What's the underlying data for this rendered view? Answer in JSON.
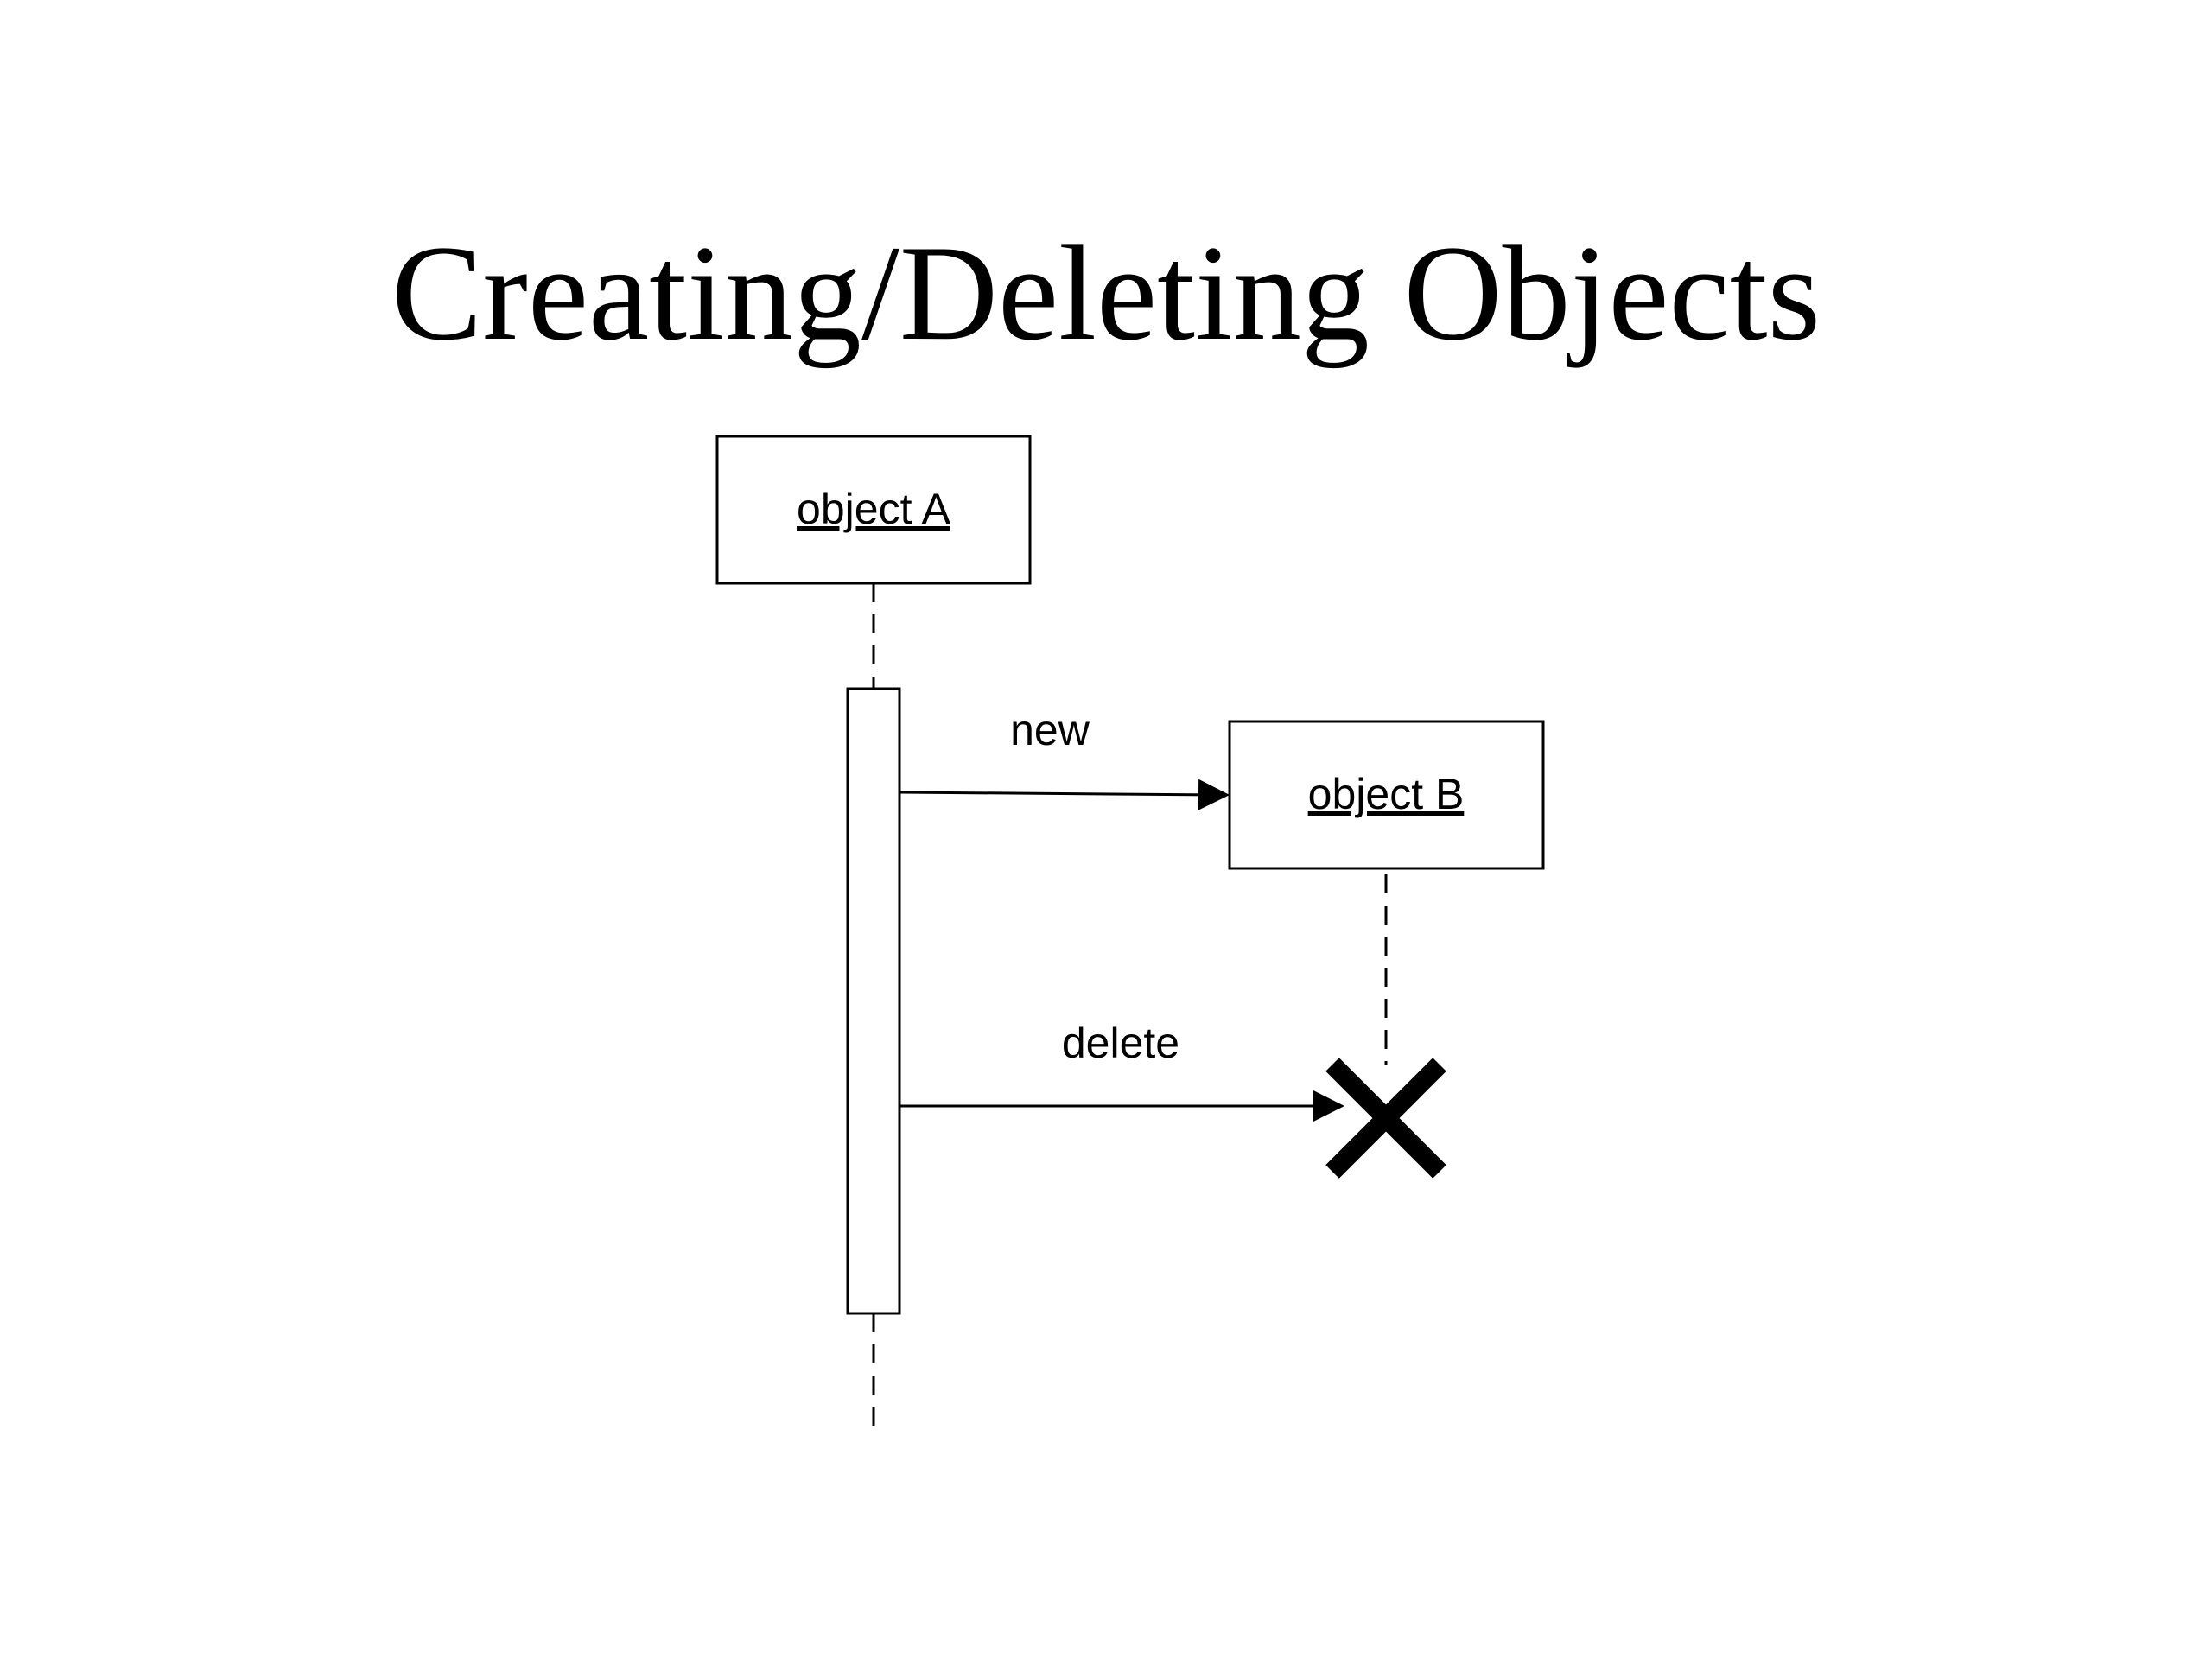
{
  "slide": {
    "title": "Creating/Deleting Objects"
  },
  "diagram": {
    "objects": [
      {
        "id": "a",
        "label": "object A"
      },
      {
        "id": "b",
        "label": "object B"
      }
    ],
    "messages": [
      {
        "label": "new"
      },
      {
        "label": "delete"
      }
    ],
    "colors": {
      "stroke": "#000000",
      "fill": "#ffffff"
    }
  }
}
